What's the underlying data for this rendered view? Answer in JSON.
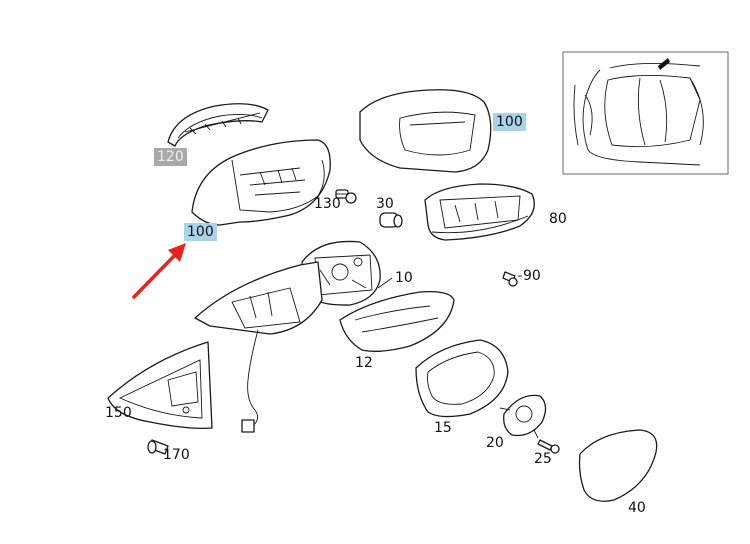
{
  "callouts": [
    {
      "id": "120",
      "text": "120",
      "style": "highlight-gray"
    },
    {
      "id": "100a",
      "text": "100",
      "style": "highlight-blue"
    },
    {
      "id": "100b",
      "text": "100",
      "style": "highlight-blue"
    },
    {
      "id": "130",
      "text": "130",
      "style": "plain"
    },
    {
      "id": "30",
      "text": "30",
      "style": "plain"
    },
    {
      "id": "80",
      "text": "80",
      "style": "plain"
    },
    {
      "id": "10",
      "text": "10",
      "style": "plain"
    },
    {
      "id": "90",
      "text": "90",
      "style": "plain"
    },
    {
      "id": "12",
      "text": "12",
      "style": "plain"
    },
    {
      "id": "150",
      "text": "150",
      "style": "plain"
    },
    {
      "id": "15",
      "text": "15",
      "style": "plain"
    },
    {
      "id": "20",
      "text": "20",
      "style": "plain"
    },
    {
      "id": "25",
      "text": "25",
      "style": "plain"
    },
    {
      "id": "170",
      "text": "170",
      "style": "plain"
    },
    {
      "id": "40",
      "text": "40",
      "style": "plain"
    }
  ],
  "colors": {
    "highlight_blue": "#a9d3ea",
    "highlight_gray": "#a9a9a9",
    "arrow": "#e8231d",
    "line": "#1a1a1a"
  },
  "icons": {
    "pointer": "red-arrow-icon"
  }
}
